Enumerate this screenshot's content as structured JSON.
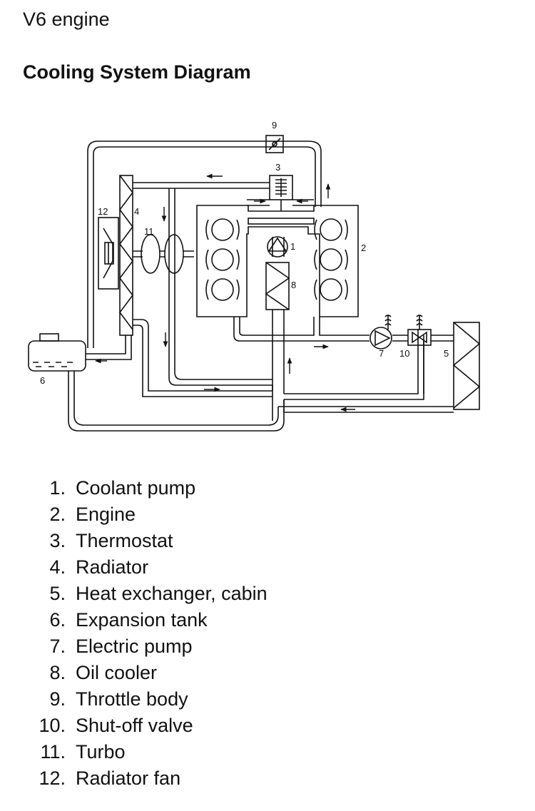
{
  "page": {
    "subtitle": "V6 engine",
    "title": "Cooling System Diagram"
  },
  "diagram": {
    "labels": {
      "n1": "1",
      "n2": "2",
      "n3": "3",
      "n4": "4",
      "n5": "5",
      "n6": "6",
      "n7": "7",
      "n8": "8",
      "n9": "9",
      "n10": "10",
      "n11": "11",
      "n12": "12"
    }
  },
  "legend": [
    {
      "num": "1.",
      "label": "Coolant pump"
    },
    {
      "num": "2.",
      "label": "Engine"
    },
    {
      "num": "3.",
      "label": "Thermostat"
    },
    {
      "num": "4.",
      "label": "Radiator"
    },
    {
      "num": "5.",
      "label": "Heat exchanger, cabin"
    },
    {
      "num": "6.",
      "label": "Expansion tank"
    },
    {
      "num": "7.",
      "label": "Electric pump"
    },
    {
      "num": "8.",
      "label": "Oil cooler"
    },
    {
      "num": "9.",
      "label": "Throttle body"
    },
    {
      "num": "10.",
      "label": "Shut-off valve"
    },
    {
      "num": "11.",
      "label": "Turbo"
    },
    {
      "num": "12.",
      "label": "Radiator fan"
    }
  ]
}
